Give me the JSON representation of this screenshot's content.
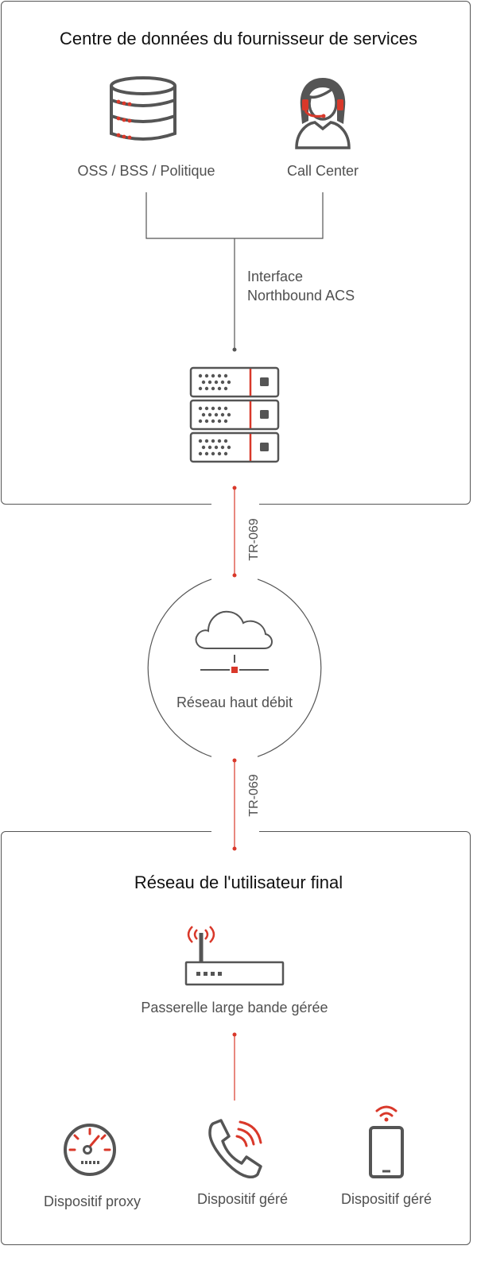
{
  "provider_section": {
    "title": "Centre de données du fournisseur de services",
    "oss_label": "OSS / BSS / Politique",
    "callcenter_label": "Call Center",
    "interface_line1": "Interface",
    "interface_line2": "Northbound ACS",
    "oss_icon": "database-icon",
    "callcenter_icon": "headset-agent-icon",
    "acs_icon": "server-rack-icon"
  },
  "links": {
    "upper_protocol": "TR-069",
    "lower_protocol": "TR-069"
  },
  "broadband": {
    "label": "Réseau haut débit",
    "icon": "cloud-network-icon"
  },
  "user_section": {
    "title": "Réseau de l'utilisateur final",
    "gateway_label": "Passerelle large bande gérée",
    "gateway_icon": "router-icon",
    "devices": [
      {
        "label": "Dispositif proxy",
        "icon": "gauge-icon"
      },
      {
        "label": "Dispositif géré",
        "icon": "phone-icon"
      },
      {
        "label": "Dispositif géré",
        "icon": "smartphone-icon"
      }
    ]
  },
  "colors": {
    "accent": "#d9382a",
    "line": "#555555",
    "title_text": "#111111",
    "label_text": "#505050"
  }
}
